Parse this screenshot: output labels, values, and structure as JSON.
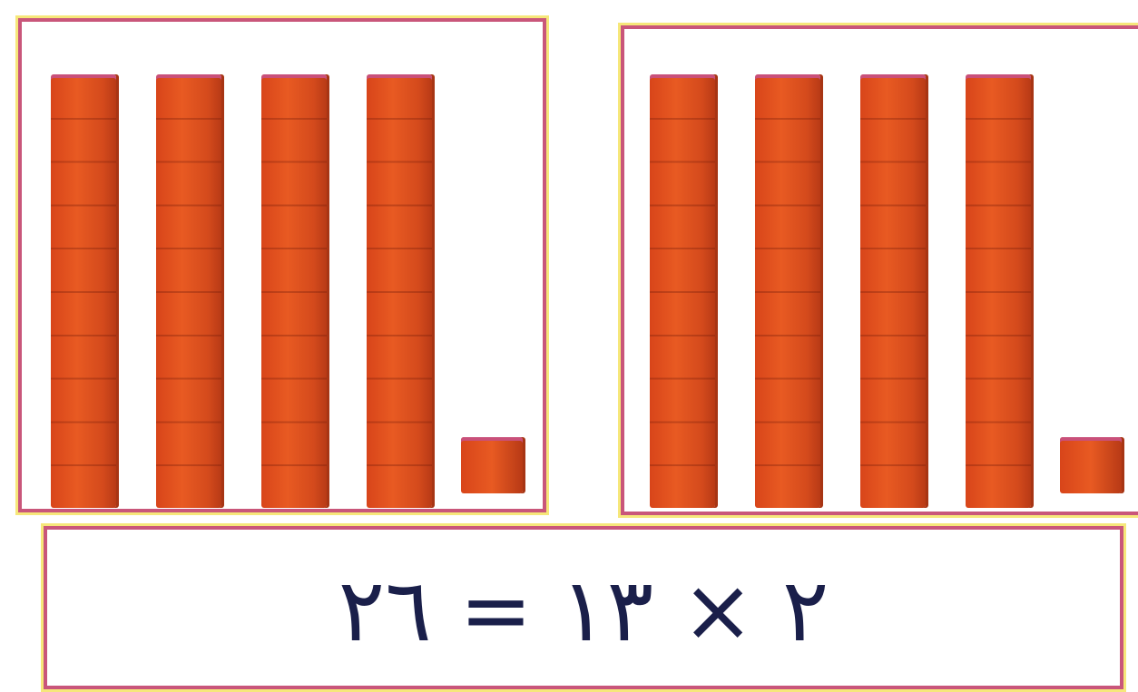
{
  "groups": [
    {
      "tens_rods": 4,
      "ones_cubes": 1
    },
    {
      "tens_rods": 4,
      "ones_cubes": 1
    }
  ],
  "equation": {
    "text": "٢ × ١٣ = ٢٦"
  },
  "colors": {
    "block": "#e0501f",
    "border": "#c9567a",
    "outline_glow": "#f6e77a",
    "ink": "#1a1f4a"
  }
}
